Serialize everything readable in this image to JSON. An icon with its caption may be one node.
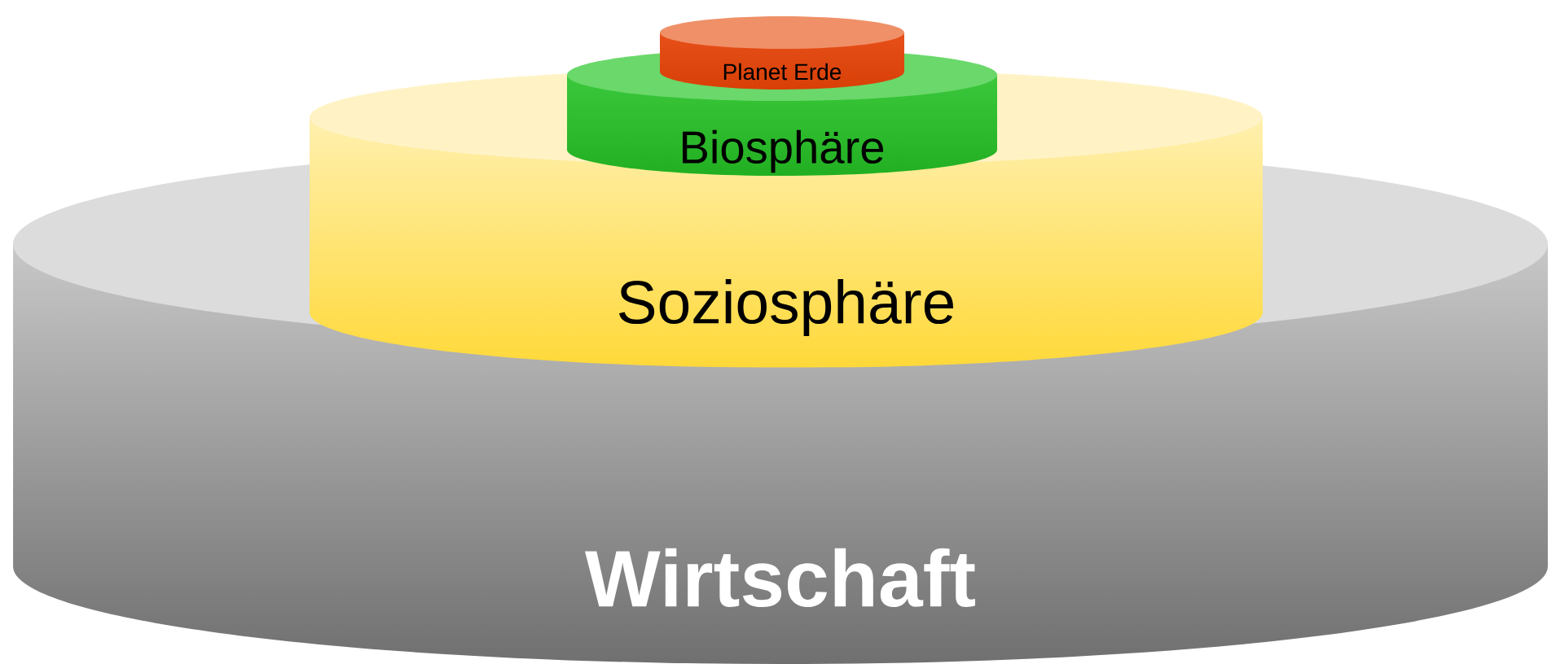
{
  "diagram": {
    "nodes": [
      {
        "text": [
          "Wirtschaft"
        ]
      },
      {
        "text": [
          "Soziosphäre"
        ]
      },
      {
        "text": [
          "Biosphäre"
        ]
      },
      {
        "text": [
          "Planet Erde"
        ]
      }
    ]
  }
}
